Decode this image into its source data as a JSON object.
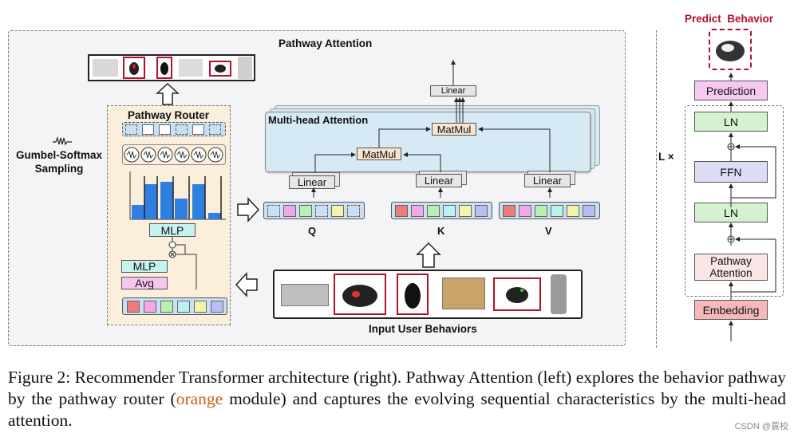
{
  "left_panel": {
    "title": "Pathway Attention",
    "router_title": "Pathway Router",
    "gumbel_label_line1": "Gumbel-Softmax",
    "gumbel_label_line2": "Sampling",
    "mlp_top": "MLP",
    "mlp_bottom": "MLP",
    "avg": "Avg",
    "input_caption": "Input User Behaviors",
    "mha_title": "Multi-head Attention",
    "matmul_top": "MatMul",
    "matmul_mid": "MatMul",
    "linear_out": "Linear",
    "linear_q": "Linear",
    "linear_k": "Linear",
    "linear_v": "Linear",
    "q": "Q",
    "k": "K",
    "v": "V"
  },
  "right_panel": {
    "predict_title": "Predict  Behavior",
    "prediction": "Prediction",
    "ln_top": "LN",
    "ffn": "FFN",
    "ln_bottom": "LN",
    "pathway_attention_line1": "Pathway",
    "pathway_attention_line2": "Attention",
    "embedding": "Embedding",
    "layers": "L ×"
  },
  "caption": {
    "part1": "Figure 2: Recommender Transformer architecture (right). Pathway Attention (left) explores the behavior pathway by the pathway router (",
    "orange_word": "orange",
    "part2": " module) and captures the evolving sequential characteristics by the multi-head attention."
  },
  "watermark": "CSDN @蓑校",
  "colors": {
    "token_colors": [
      "#f07b7b",
      "#f2a7e8",
      "#b8f0b0",
      "#b8f2f0",
      "#f4f4a8",
      "#b8bdf2"
    ],
    "router_bg": "#fbefdc",
    "mha_bg": "#d6eaf6",
    "bar_blue": "#2f7fe0",
    "prediction_bg": "#f7c9f0",
    "ln_bg": "#d4f2cf",
    "ffn_bg": "#dcdcf5",
    "embedding_bg": "#f6b9b9",
    "red": "#b3102c"
  },
  "icons": [
    "toaster-image",
    "gaming-mouse-image",
    "mouse-image",
    "book-box-image",
    "wireless-mouse-image",
    "thermos-image",
    "wrist-rest-image",
    "predicted-mouse-image"
  ]
}
